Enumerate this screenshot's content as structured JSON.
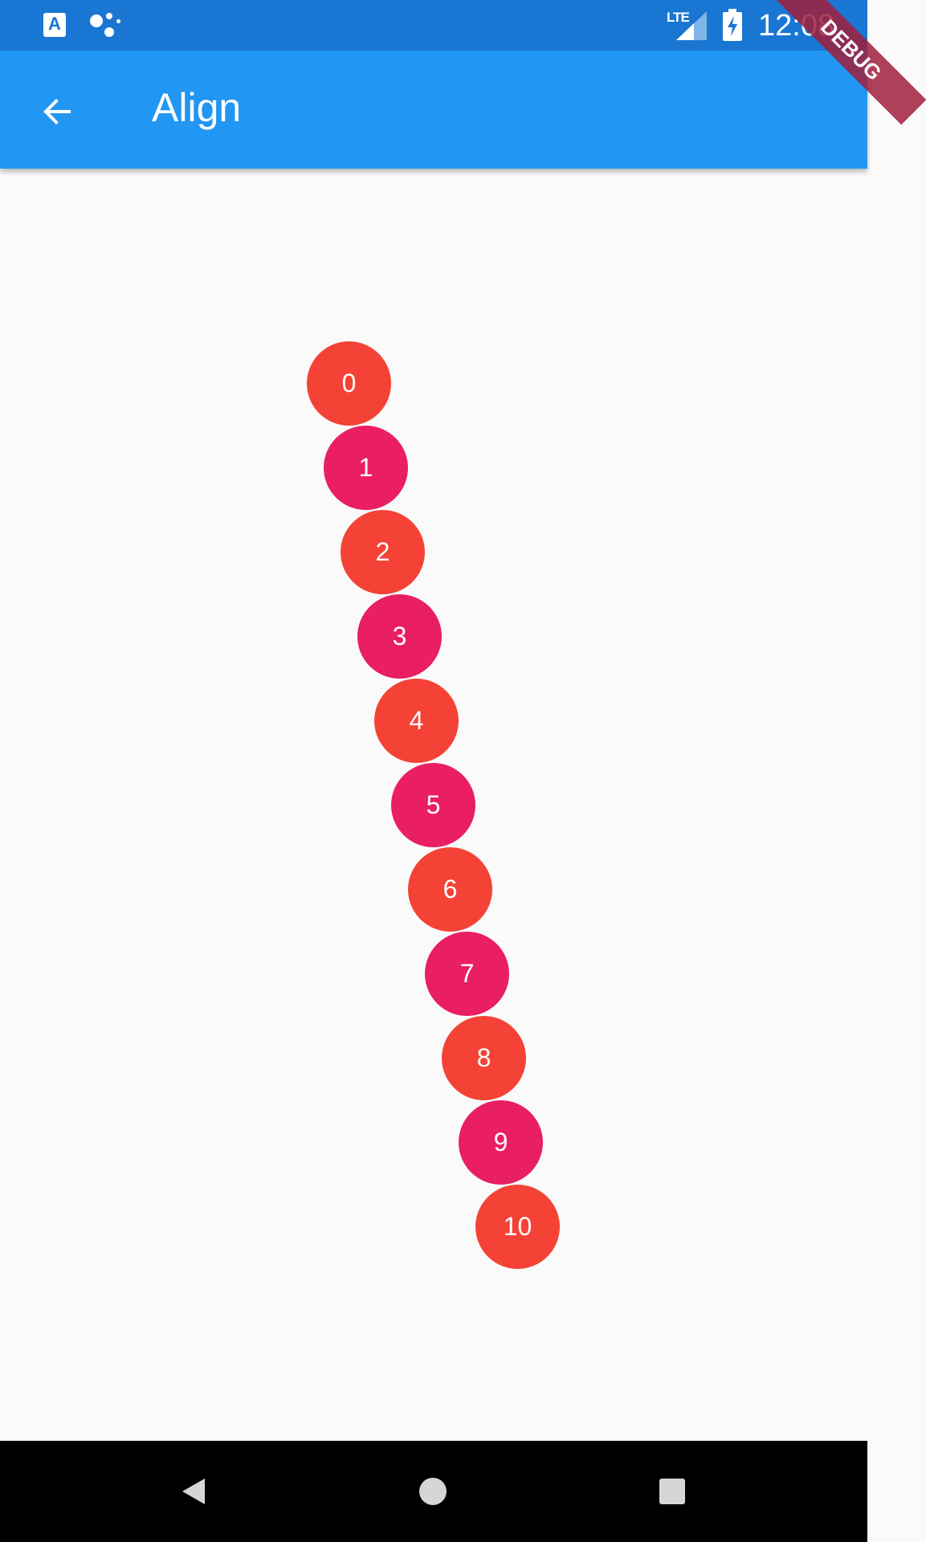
{
  "status_bar": {
    "time": "12:08",
    "network_label": "LTE",
    "left_icons": [
      "a-badge-icon",
      "dots-icon"
    ],
    "right_icons": [
      "signal-icon",
      "battery-charging-icon"
    ],
    "color": "#1976d2"
  },
  "app_bar": {
    "title": "Align",
    "back_icon": "arrow-back-icon",
    "color": "#2196f3"
  },
  "debug_banner": {
    "label": "DEBUG"
  },
  "circles": [
    {
      "label": "0",
      "color": "red"
    },
    {
      "label": "1",
      "color": "pink"
    },
    {
      "label": "2",
      "color": "red"
    },
    {
      "label": "3",
      "color": "pink"
    },
    {
      "label": "4",
      "color": "red"
    },
    {
      "label": "5",
      "color": "pink"
    },
    {
      "label": "6",
      "color": "red"
    },
    {
      "label": "7",
      "color": "pink"
    },
    {
      "label": "8",
      "color": "red"
    },
    {
      "label": "9",
      "color": "pink"
    },
    {
      "label": "10",
      "color": "red"
    }
  ],
  "colors": {
    "red": "#f44336",
    "pink": "#e91e63",
    "background": "#fafafa"
  },
  "nav_bar": {
    "buttons": [
      "back-triangle-icon",
      "home-circle-icon",
      "recents-square-icon"
    ]
  }
}
